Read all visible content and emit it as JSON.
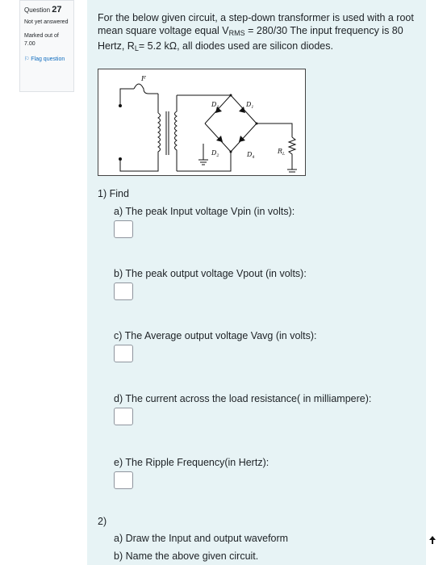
{
  "question": {
    "label": "Question",
    "number": "27",
    "state": "Not yet answered",
    "marked_out_of": "Marked out of 7.00",
    "flag_label": "Flag question"
  },
  "intro": {
    "part1": "For the below given circuit, a step-down transformer is used with a root mean square voltage equal V",
    "sub1": "RMS",
    "part2": " = 280/30 The input frequency is 80 Hertz, R",
    "sub2": "L",
    "part3": "= 5.2 kΩ, all diodes used are silicon diodes."
  },
  "circuit": {
    "labels": {
      "F": "F",
      "D1": "D",
      "D1_sub": "1",
      "D2": "D",
      "D2_sub": "2",
      "D3": "D",
      "D3_sub": "3",
      "D4": "D",
      "D4_sub": "4",
      "RL": "R",
      "RL_sub": "L"
    }
  },
  "parts": {
    "p1_heading": "1) Find",
    "a": "a) The peak Input voltage Vpin (in volts):",
    "b": "b) The peak output voltage Vpout (in volts):",
    "c": "c) The Average output voltage Vavg (in volts):",
    "d": "d) The current across the load resistance( in milliampere):",
    "e": "e) The Ripple Frequency(in Hertz):",
    "p2_heading": "2)",
    "p2a": "a) Draw the Input and output waveform",
    "p2b": "b) Name the above given circuit."
  },
  "icons": {
    "scroll_top": "arrow-up-icon"
  }
}
